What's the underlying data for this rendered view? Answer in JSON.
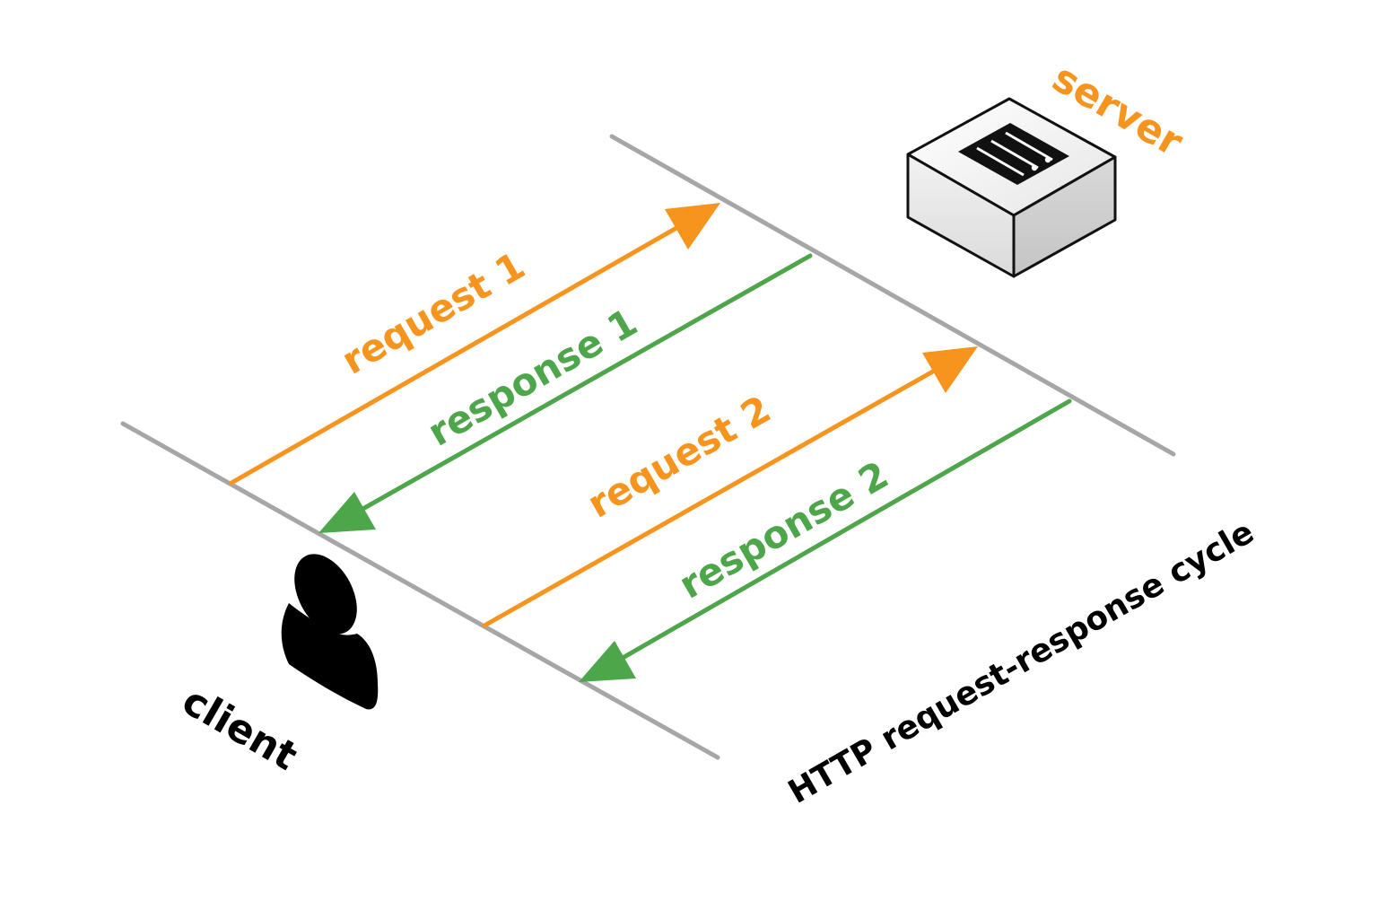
{
  "colors": {
    "request": "#f7941d",
    "response": "#4ea64b",
    "timeline": "#a6a6a6",
    "server_label": "#f7941d",
    "client_label": "#000000",
    "caption": "#000000"
  },
  "icons": {
    "client": "user-silhouette-icon",
    "server": "server-box-icon"
  },
  "labels": {
    "server": "server",
    "client": "client",
    "request_1": "request 1",
    "response_1": "response 1",
    "request_2": "request 2",
    "response_2": "response 2",
    "caption": "HTTP request-response cycle"
  }
}
